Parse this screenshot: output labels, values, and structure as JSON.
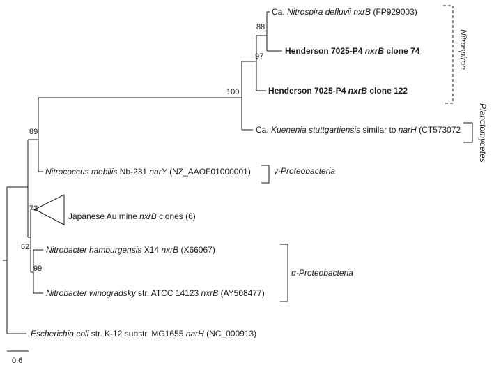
{
  "tree": {
    "taxa": {
      "nitrospira": {
        "prefix": "Ca. ",
        "italic": "Nitrospira defluvii nxrB",
        "suffix": " (FP929003)"
      },
      "clone74": {
        "prefix": "Henderson 7025-P4 ",
        "italic": "nxrB",
        "suffix": " clone 74"
      },
      "clone122": {
        "prefix": "Henderson 7025-P4 ",
        "italic": "nxrB",
        "suffix": " clone 122"
      },
      "kuenenia": {
        "prefix": "Ca. ",
        "italic": "Kuenenia stuttgartiensis",
        "mid": " similar to ",
        "italic2": "narH",
        "suffix": " (CT573072"
      },
      "nitrococcus": {
        "italic": "Nitrococcus mobilis",
        "mid": " Nb-231 ",
        "italic2": "narY",
        "suffix": " (NZ_AAOF01000001)"
      },
      "japanese": {
        "prefix": "Japanese Au mine ",
        "italic": "nxrB",
        "suffix": " clones (6)"
      },
      "hamburgensis": {
        "italic": "Nitrobacter hamburgensis",
        "mid": " X14 ",
        "italic2": "nxrB",
        "suffix": " (X66067)"
      },
      "winogradsky": {
        "italic": "Nitrobacter winogradsky",
        "mid": " str. ATCC 14123 ",
        "italic2": "nxrB",
        "suffix": " (AY508477)"
      },
      "ecoli": {
        "italic": "Escherichia coli",
        "mid": " str. K-12 substr. MG1655 ",
        "italic2": "narH",
        "suffix": " (NC_000913)"
      }
    },
    "bootstrap": {
      "b88": "88",
      "b97": "97",
      "b100": "100",
      "b89": "89",
      "b73": "73",
      "b62": "62",
      "b99": "99"
    },
    "groups": {
      "nitrospirae": "Nitrospirae",
      "planctomycetes": "Planctomycetes",
      "gamma": "γ-Proteobacteria",
      "alpha": "α-Proteobacteria"
    },
    "scale_bar": {
      "label": "0.6"
    }
  }
}
